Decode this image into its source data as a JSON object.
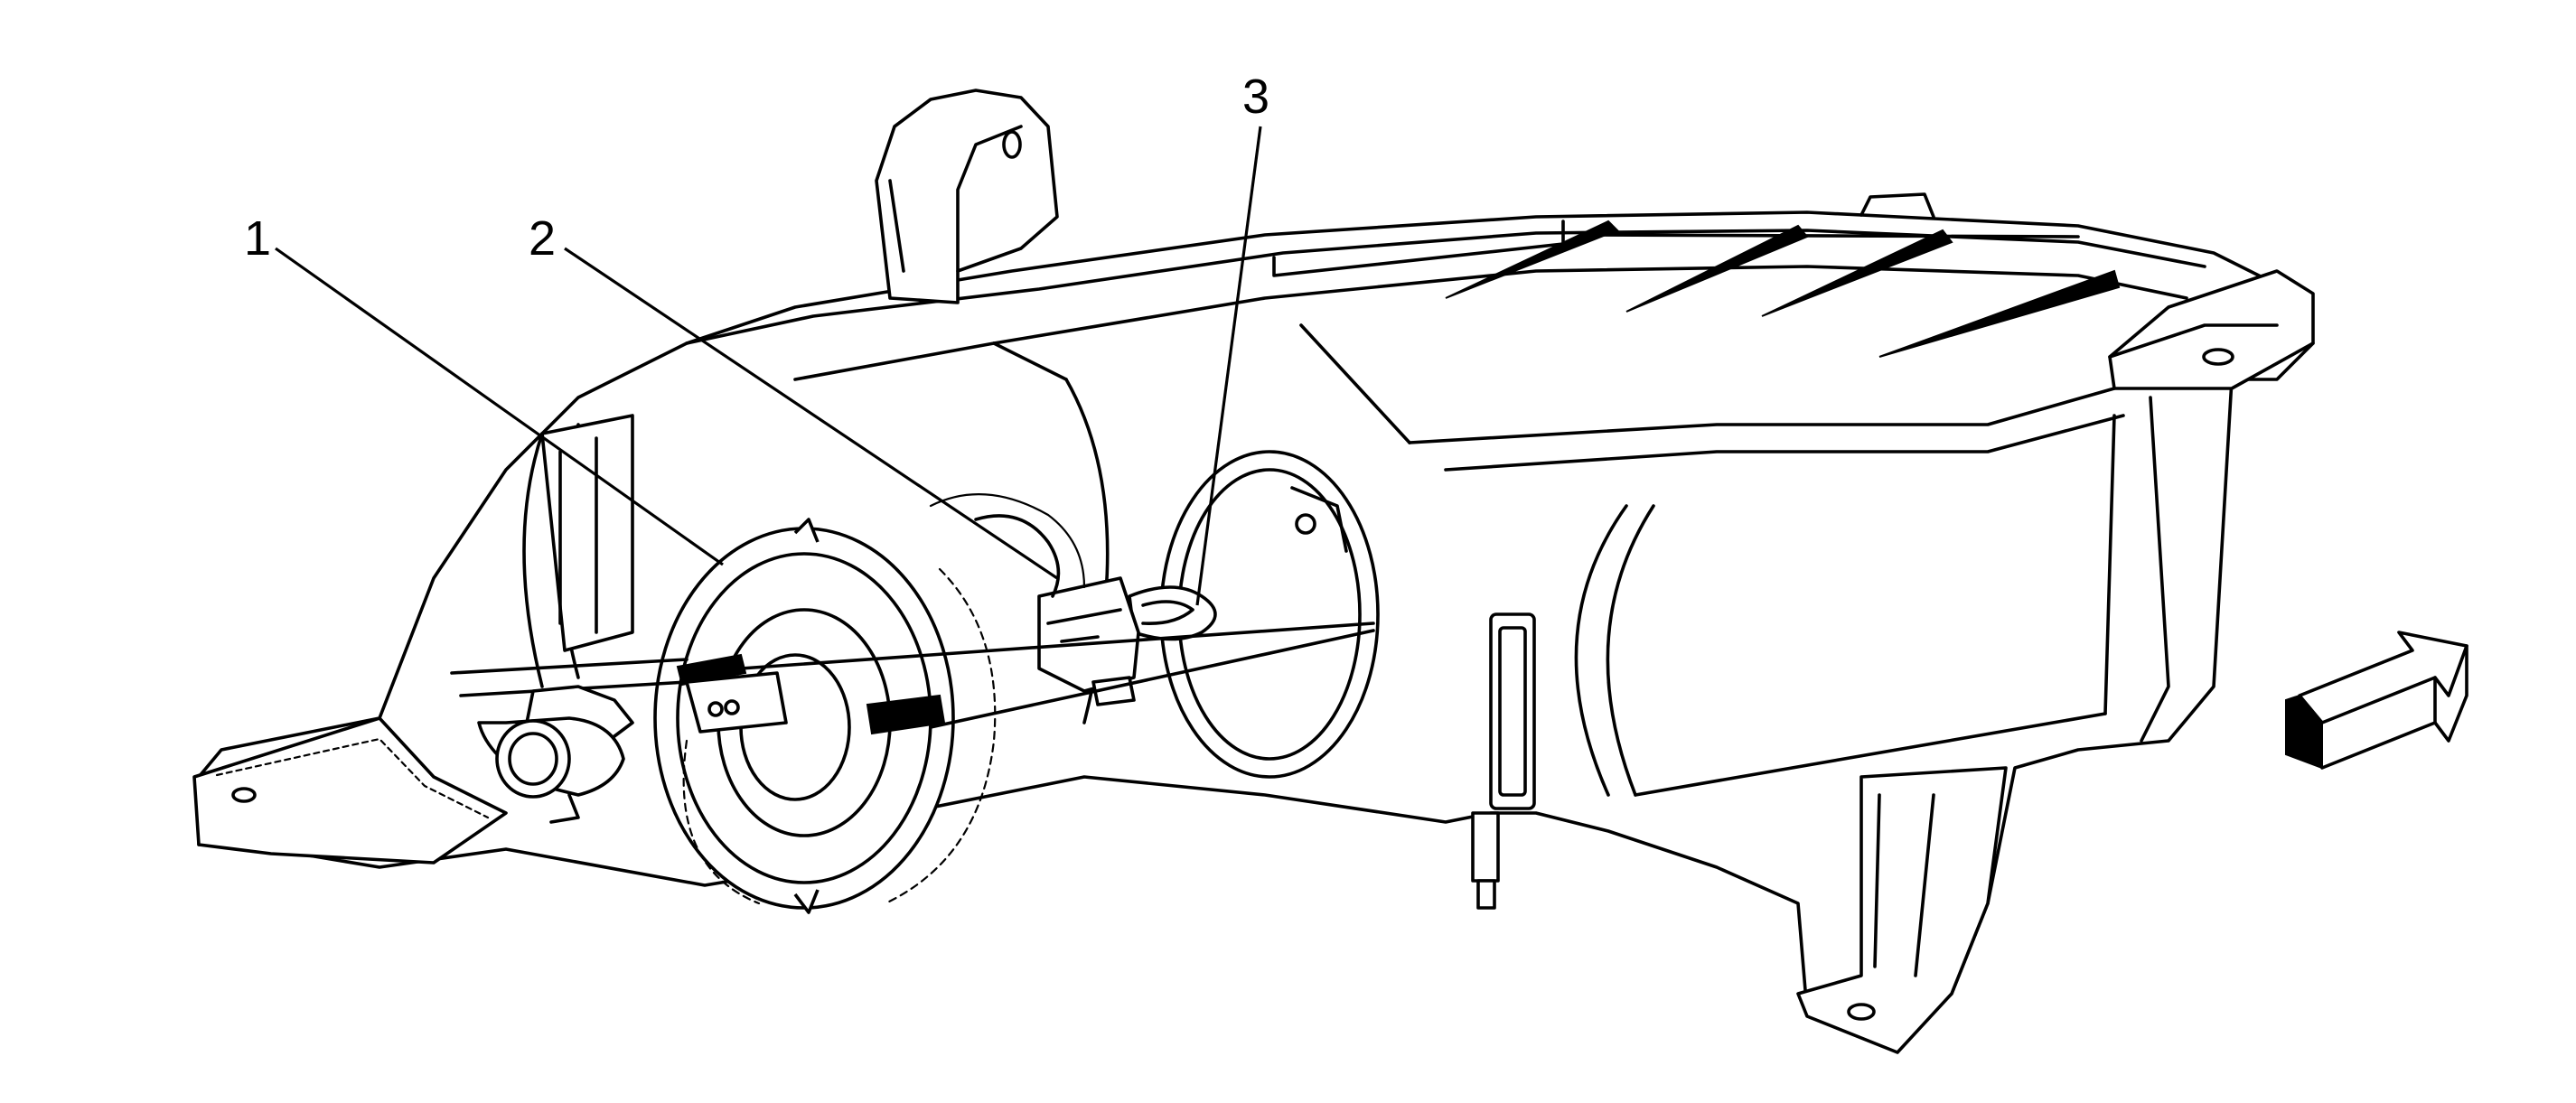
{
  "diagram": {
    "callouts": [
      {
        "id": "1",
        "label": "1"
      },
      {
        "id": "2",
        "label": "2"
      },
      {
        "id": "3",
        "label": "3"
      }
    ],
    "icons": {
      "direction": "front-direction-arrow-icon"
    },
    "colors": {
      "line": "#000000",
      "background": "#ffffff"
    }
  }
}
